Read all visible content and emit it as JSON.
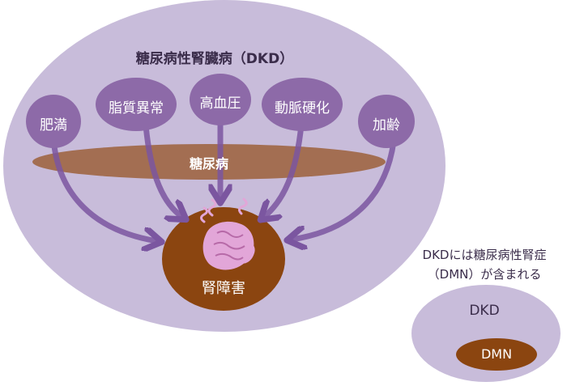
{
  "diagram": {
    "title": "糖尿病性腎臓病（DKD）",
    "factors": [
      "肥満",
      "脂質異常",
      "高血圧",
      "動脈硬化",
      "加齢"
    ],
    "band_label": "糖尿病",
    "center_label": "腎障害",
    "note_line1": "DKDには糖尿病性腎症",
    "note_line2": "（DMN）が含まれる",
    "small_outer_label": "DKD",
    "small_inner_label": "DMN",
    "colors": {
      "outer_ellipse": "#c8bcda",
      "factor_circle": "#8d6aa8",
      "arrow": "#7b56a0",
      "band": "#9a5a30",
      "center": "#8b4510",
      "kidney": "#e2a6d8"
    }
  }
}
